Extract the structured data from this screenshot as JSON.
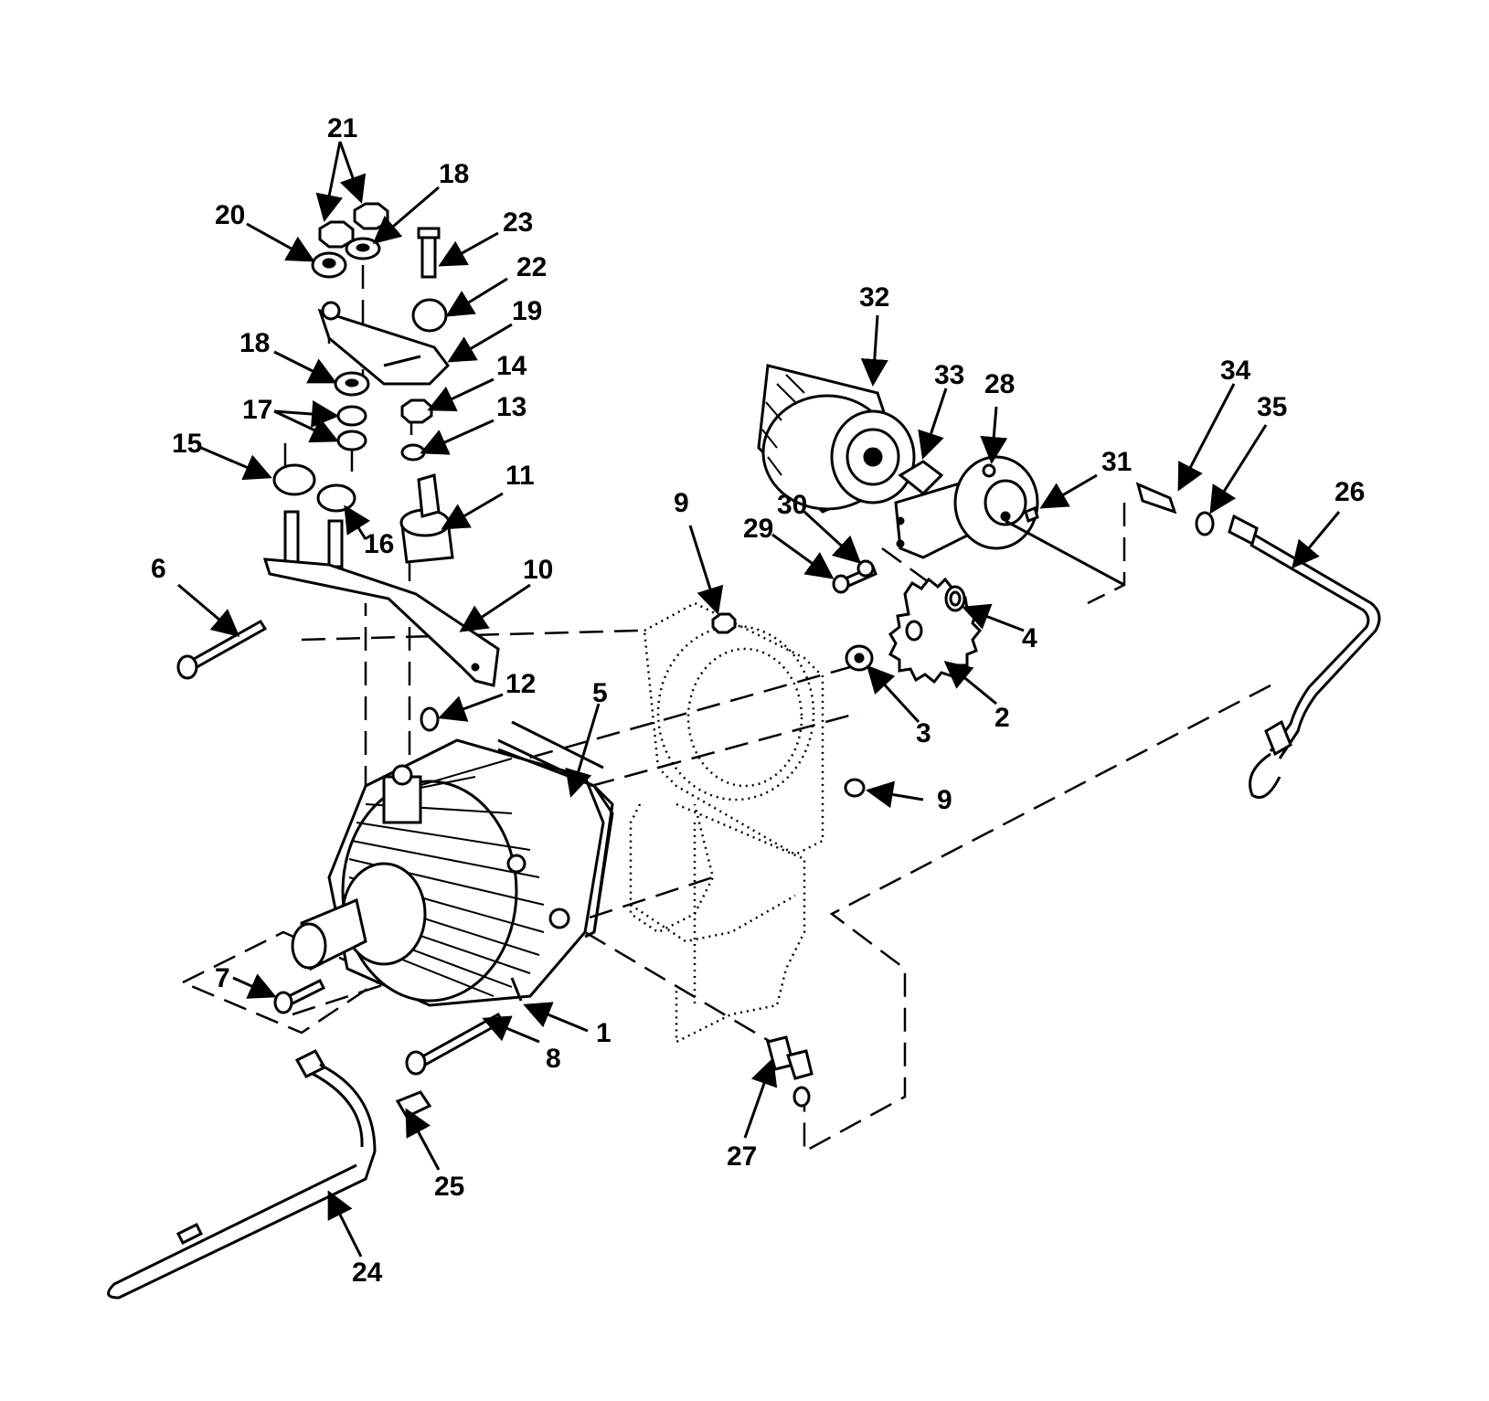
{
  "callouts": [
    "1",
    "2",
    "3",
    "4",
    "5",
    "6",
    "7",
    "8",
    "9",
    "9",
    "10",
    "11",
    "12",
    "13",
    "14",
    "15",
    "16",
    "17",
    "18",
    "18",
    "19",
    "20",
    "21",
    "22",
    "23",
    "24",
    "25",
    "26",
    "27",
    "28",
    "29",
    "30",
    "31",
    "32",
    "33",
    "34",
    "35"
  ]
}
